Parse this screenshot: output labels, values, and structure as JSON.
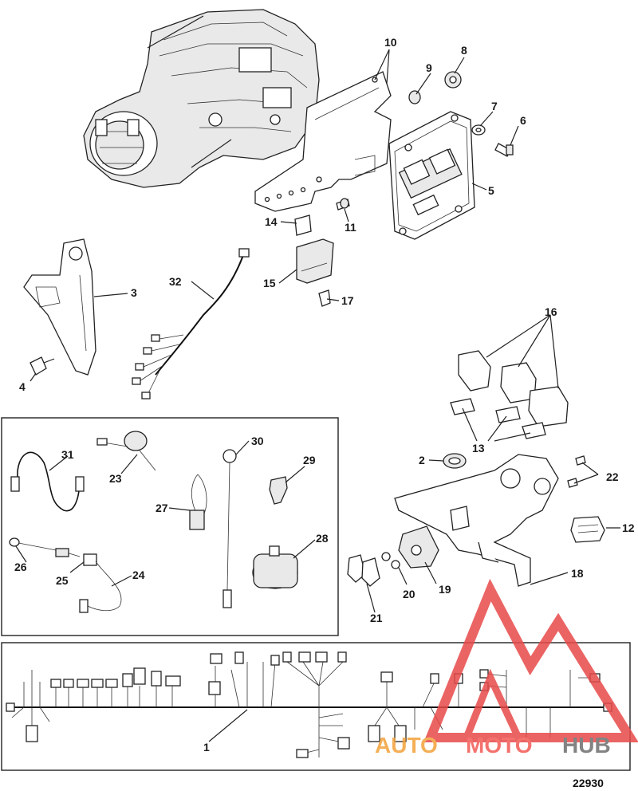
{
  "figure_number": "22930",
  "watermark": {
    "auto": "AUTO",
    "moto": "MOTO",
    "hub": "HUB",
    "auto_color": "#f3a23a",
    "moto_color": "#f25a55",
    "hub_color": "#6e6e6e",
    "logo_color": "#e84a4a"
  },
  "callouts": {
    "c1": "1",
    "c2": "2",
    "c3": "3",
    "c4": "4",
    "c5": "5",
    "c6": "6",
    "c7": "7",
    "c8": "8",
    "c9": "9",
    "c10": "10",
    "c11": "11",
    "c12": "12",
    "c13": "13",
    "c14": "14",
    "c15": "15",
    "c16": "16",
    "c17": "17",
    "c18": "18",
    "c19": "19",
    "c20": "20",
    "c21": "21",
    "c22": "22",
    "c23": "23",
    "c24": "24",
    "c25": "25",
    "c26": "26",
    "c27": "27",
    "c28": "28",
    "c29": "29",
    "c30": "30",
    "c31": "31",
    "c32": "32"
  }
}
